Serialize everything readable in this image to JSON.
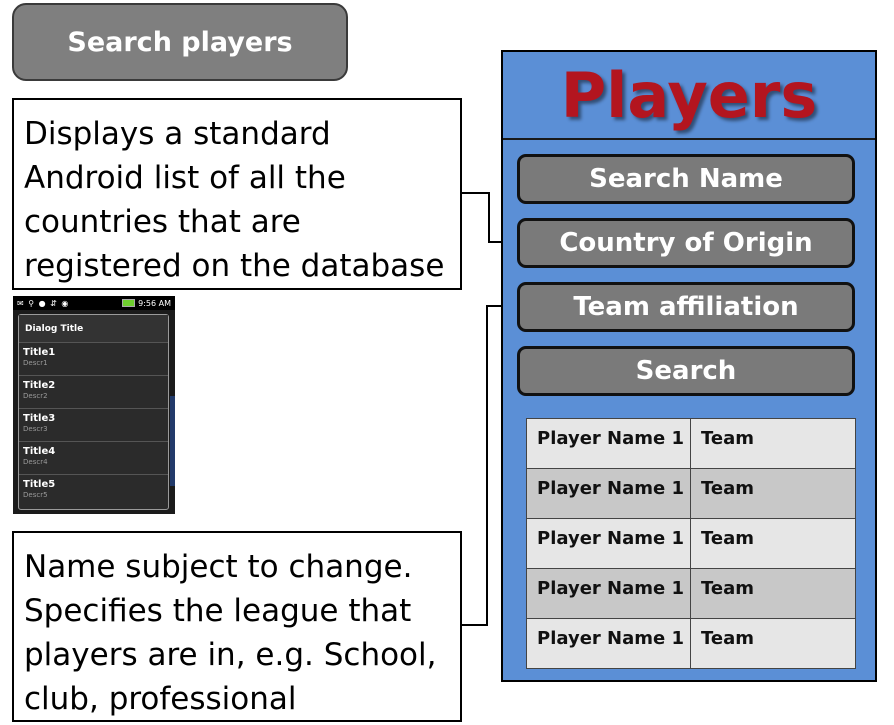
{
  "search_players_button": "Search players",
  "note_countries": "Displays a standard Android list of all the countries that are registered on the database",
  "note_team": "Name subject to change. Specifies the  league that players are in, e.g. School, club, professional",
  "android_mockup": {
    "status_time": "9:56 AM",
    "dialog_title": "Dialog Title",
    "items": [
      {
        "title": "Title1",
        "desc": "Descr1"
      },
      {
        "title": "Title2",
        "desc": "Descr2"
      },
      {
        "title": "Title3",
        "desc": "Descr3"
      },
      {
        "title": "Title4",
        "desc": "Descr4"
      },
      {
        "title": "Title5",
        "desc": "Descr5"
      }
    ]
  },
  "panel": {
    "title": "Players",
    "buttons": [
      "Search Name",
      "Country of Origin",
      "Team affiliation",
      "Search"
    ],
    "results": [
      {
        "name": "Player Name 1",
        "team": "Team"
      },
      {
        "name": "Player Name 1",
        "team": "Team"
      },
      {
        "name": "Player Name 1",
        "team": "Team"
      },
      {
        "name": "Player Name 1",
        "team": "Team"
      },
      {
        "name": "Player Name 1",
        "team": "Team"
      }
    ]
  },
  "colors": {
    "panel_bg": "#5b8fd6",
    "title_red": "#b3151f",
    "button_gray": "#7a7a7a"
  }
}
